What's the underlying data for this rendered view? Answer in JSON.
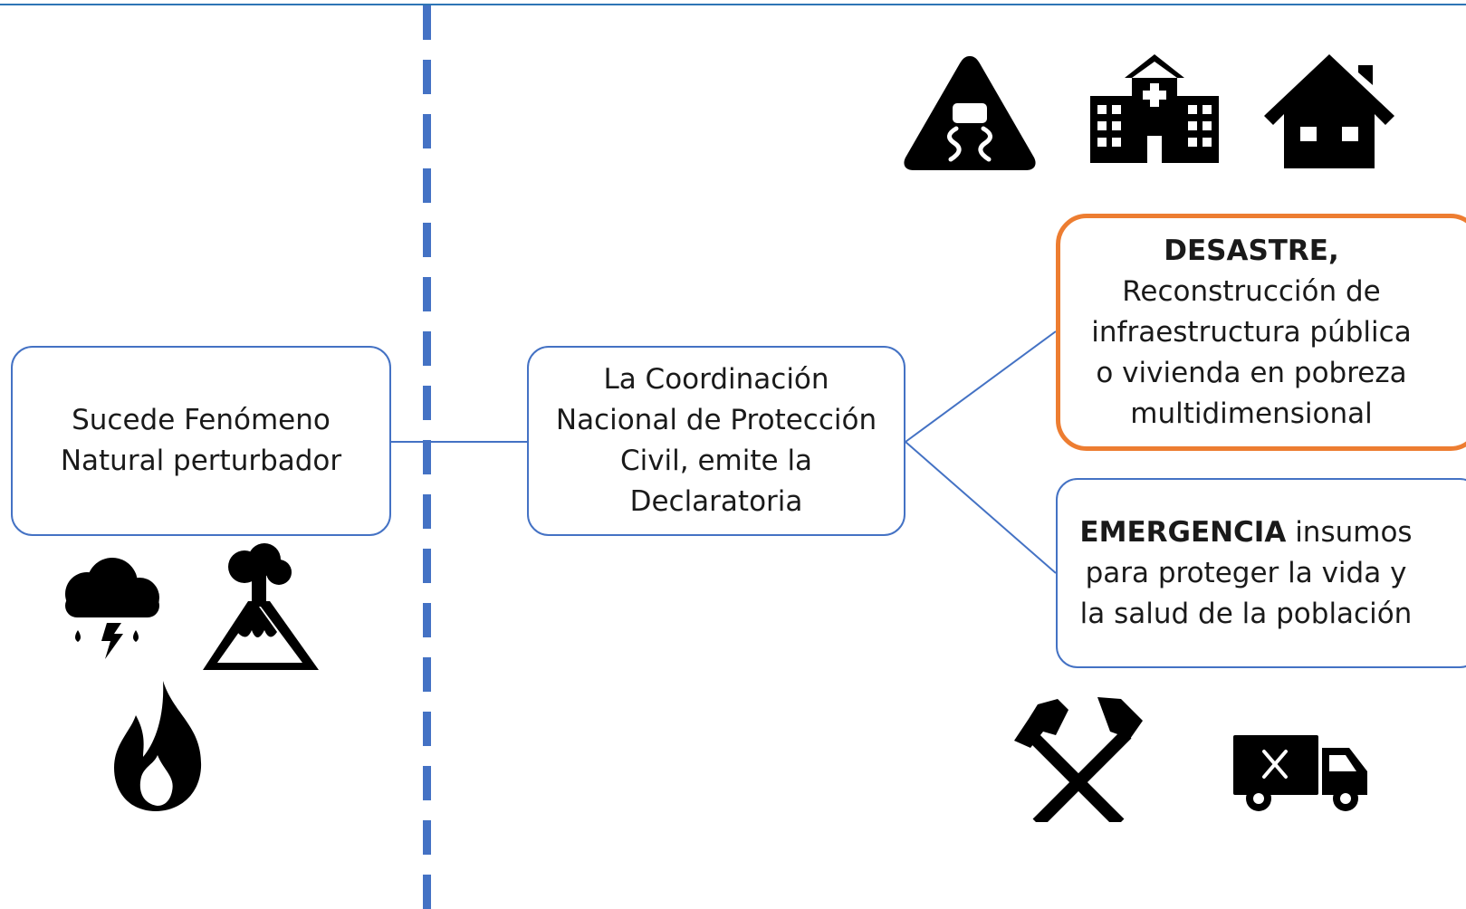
{
  "boxes": {
    "phenomenon": "Sucede Fenómeno\nNatural perturbador",
    "coordination": "La Coordinación\nNacional de Protección\nCivil,  emite la\nDeclaratoria",
    "desastre": {
      "title": "DESASTRE,",
      "body": "Reconstrucción de\ninfraestructura pública\no vivienda en pobreza\nmultidimensional"
    },
    "emergencia": {
      "title": "EMERGENCIA",
      "body_rest": " insumos\npara proteger la vida y\nla salud de la población"
    }
  },
  "icons": {
    "left": [
      "storm-icon",
      "volcano-icon",
      "fire-icon"
    ],
    "top_right": [
      "slippery-road-warning-icon",
      "hospital-icon",
      "house-icon"
    ],
    "bottom_right": [
      "hammer-pickaxe-icon",
      "food-truck-icon"
    ]
  },
  "colors": {
    "box_border": "#4472c4",
    "desastre_border": "#ed7d31",
    "divider": "#4472c4",
    "icon": "#000000"
  }
}
